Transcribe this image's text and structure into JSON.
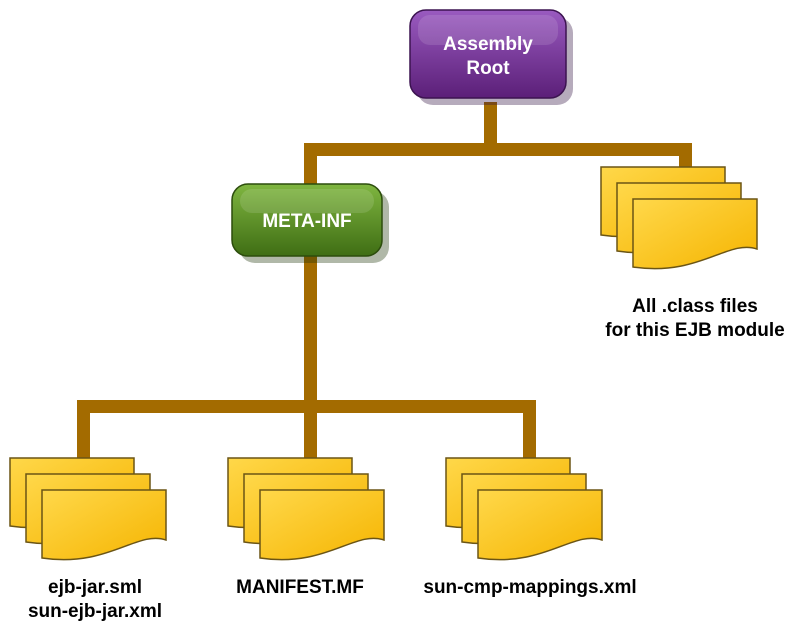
{
  "colors": {
    "root_node": "#6e2d8c",
    "meta_node": "#4e7f1e",
    "connector": "#a06a00",
    "file": "#ffc400",
    "file_stroke": "#5a4a1a"
  },
  "nodes": {
    "root": {
      "line1": "Assembly",
      "line2": "Root"
    },
    "meta_inf": {
      "label": "META-INF"
    }
  },
  "files": {
    "class_files": {
      "line1": "All .class files",
      "line2": "for this EJB module",
      "icon": "file-stack-icon"
    },
    "ejb_jar": {
      "line1": "ejb-jar.sml",
      "line2": "sun-ejb-jar.xml",
      "icon": "file-stack-icon"
    },
    "manifest": {
      "line1": "MANIFEST.MF",
      "icon": "file-stack-icon"
    },
    "cmp_mappings": {
      "line1": "sun-cmp-mappings.xml",
      "icon": "file-stack-icon"
    }
  }
}
